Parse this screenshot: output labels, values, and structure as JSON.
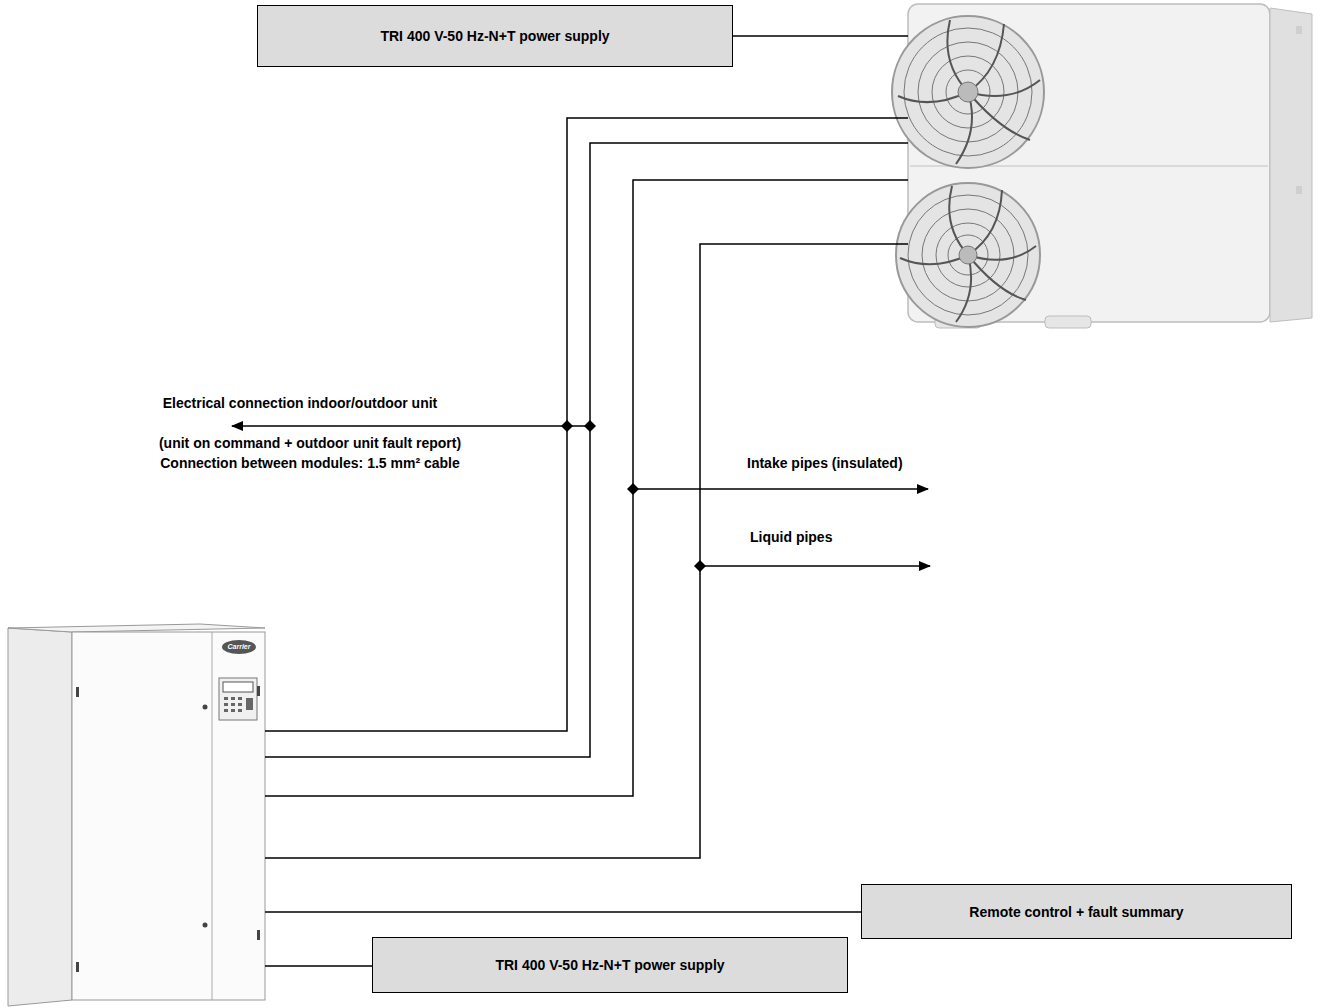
{
  "diagram": {
    "nodes": [
      {
        "text": [
          "TRI 400 V-50 Hz-N+T power supply"
        ]
      },
      {
        "text": [
          "Remote control + fault summary"
        ]
      },
      {
        "text": [
          "TRI 400 V-50 Hz-N+T power supply"
        ]
      }
    ],
    "labels": [
      "Electrical connection indoor/outdoor unit",
      "(unit on command + outdoor unit fault report)",
      "Connection between modules: 1.5 mm² cable",
      "Intake pipes (insulated)",
      "Liquid pipes",
      "Carrier"
    ]
  }
}
